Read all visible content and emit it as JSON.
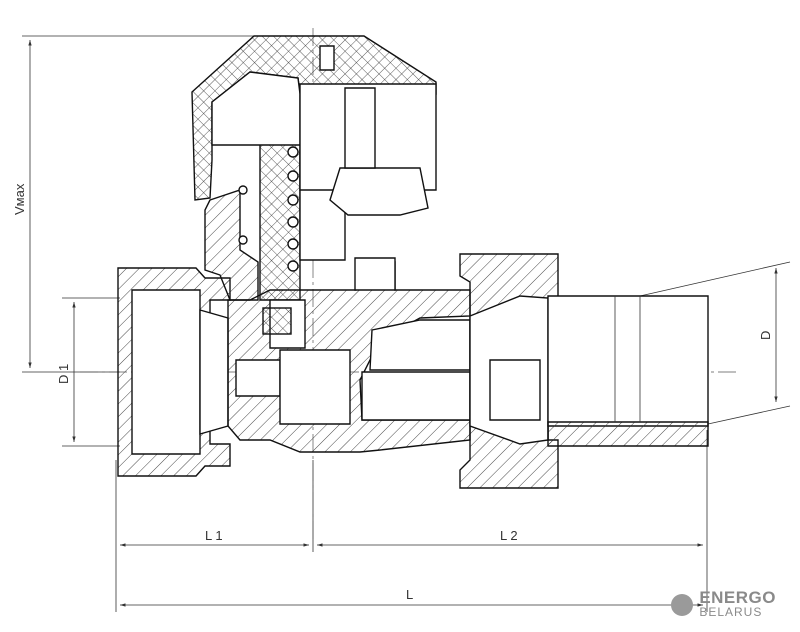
{
  "dimensions": {
    "vmax": "Vмах",
    "d1": "D 1",
    "d": "D",
    "l1": "L 1",
    "l2": "L 2",
    "l": "L"
  },
  "logo": {
    "line1": "ENERGO",
    "line2": "BELARUS"
  }
}
